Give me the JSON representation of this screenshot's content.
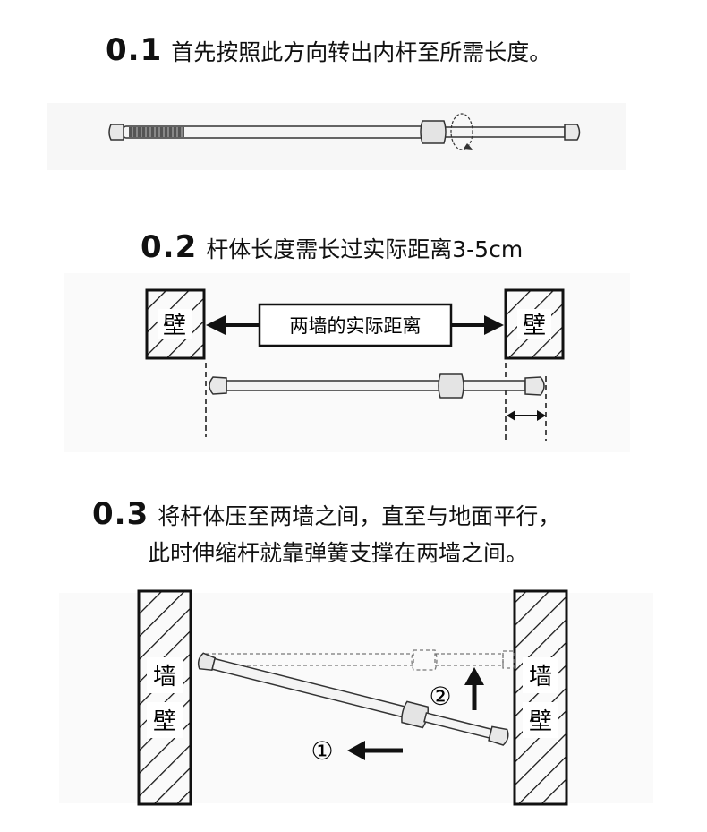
{
  "steps": [
    {
      "number": "0.1",
      "text": "首先按照此方向转出内杆至所需长度。"
    },
    {
      "number": "0.2",
      "text": "杆体长度需长过实际距离3-5cm",
      "wall_label": "壁",
      "distance_label": "两墙的实际距离"
    },
    {
      "number": "0.3",
      "text_line1": "将杆体压至两墙之间，直至与地面平行，",
      "text_line2": "此时伸缩杆就靠弹簧支撑在两墙之间。",
      "wall_label_top": "墙",
      "wall_label_bottom": "壁",
      "arrow1_label": "①",
      "arrow2_label": "②"
    }
  ],
  "colors": {
    "ink": "#111111",
    "rod_fill": "#f4f4f4",
    "rod_stroke": "#333333",
    "wall_fill": "#ffffff"
  }
}
